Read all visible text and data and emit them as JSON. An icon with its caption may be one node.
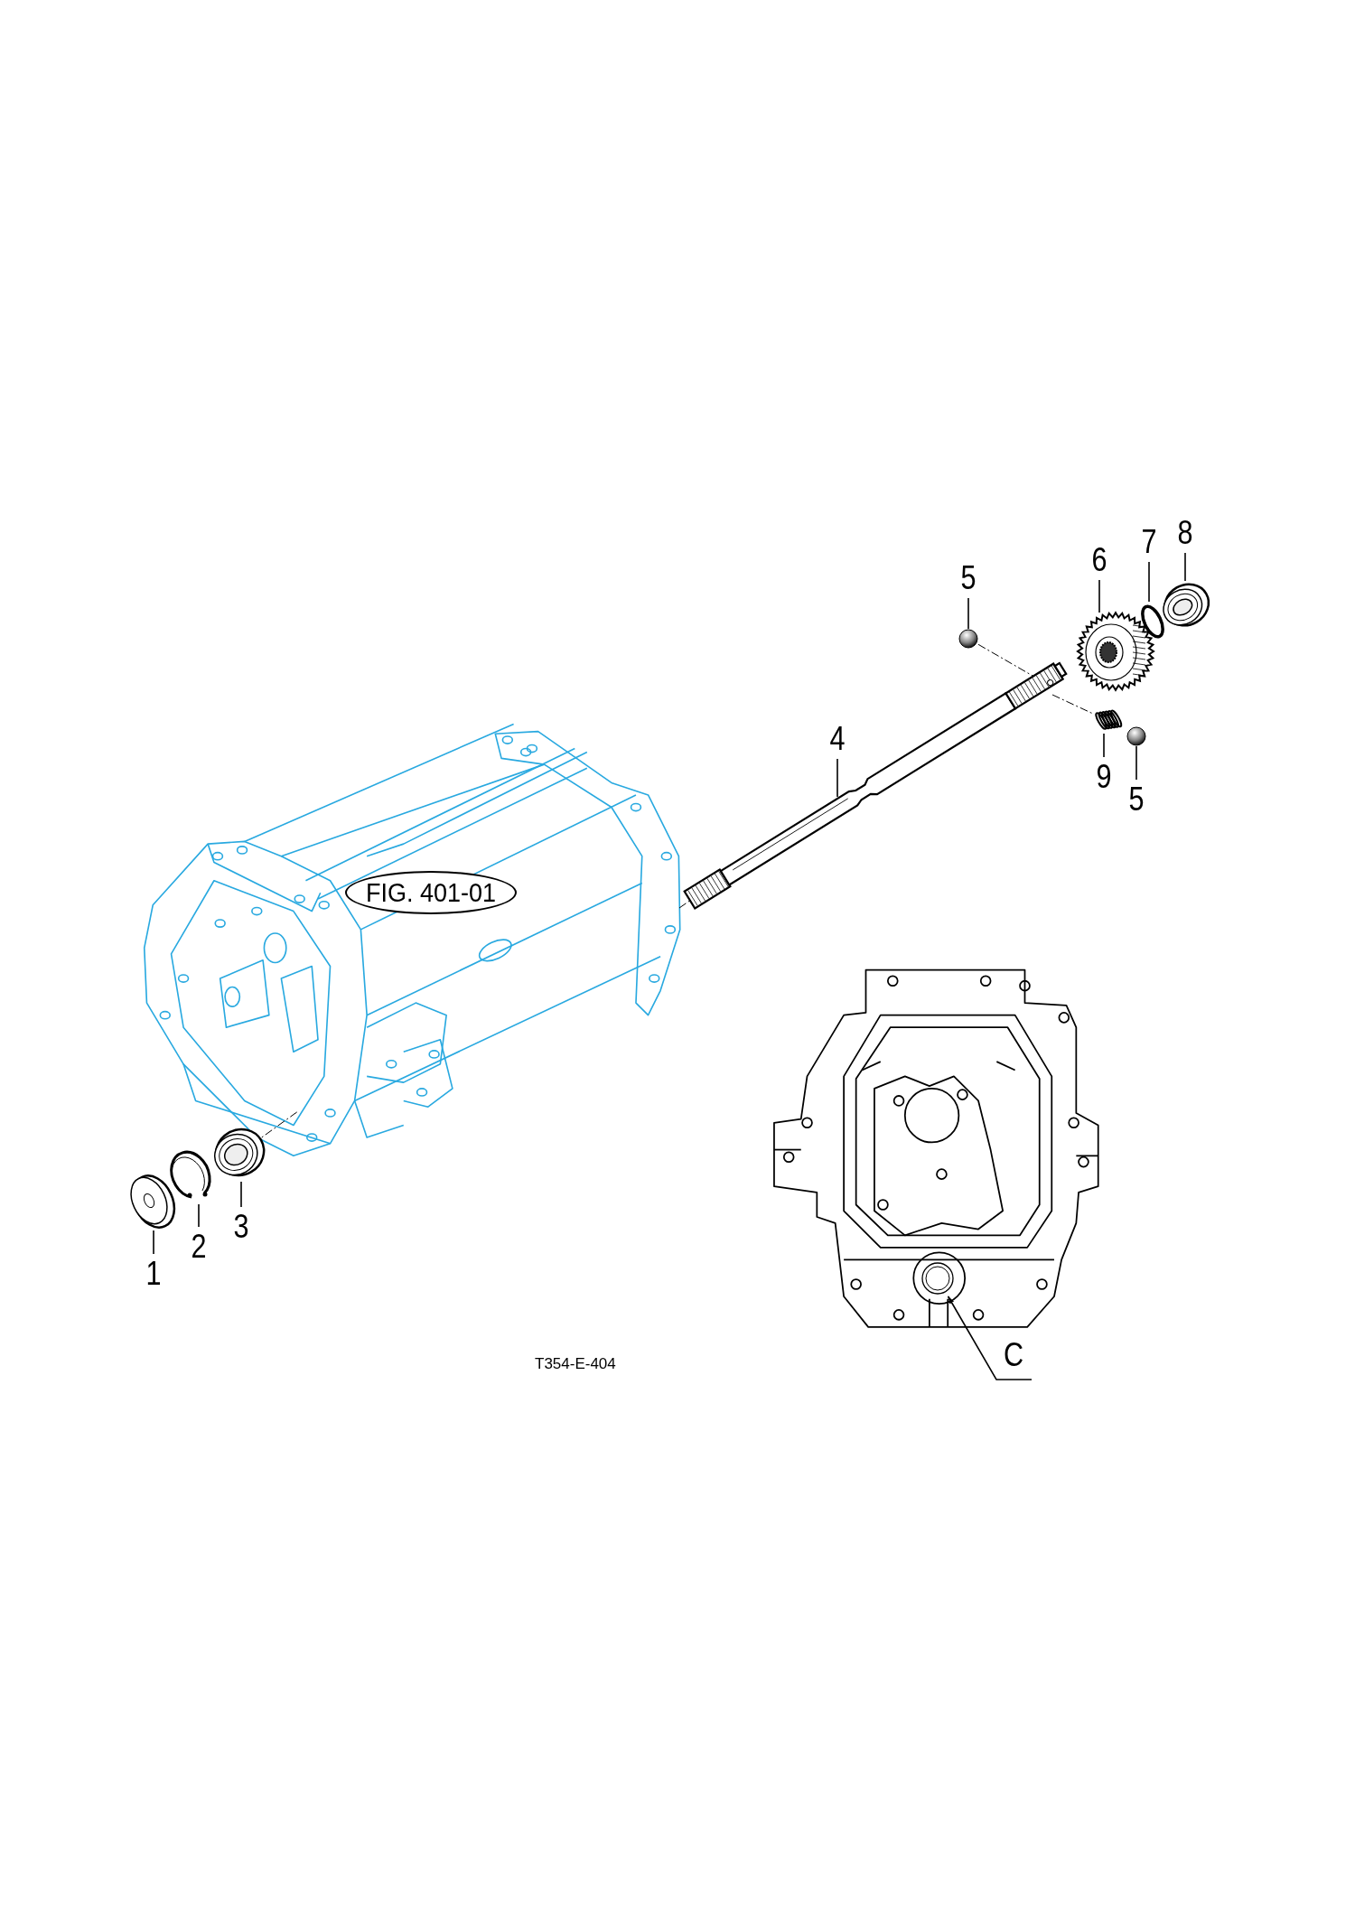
{
  "diagram": {
    "nodes": [
      {
        "text": [
          "5"
        ]
      },
      {
        "text": [],
        "shape": "circle"
      },
      {
        "text": [
          "6"
        ]
      },
      {
        "text": [],
        "shape": "picture"
      },
      {
        "text": [
          "7"
        ]
      },
      {
        "text": [],
        "shape": "picture"
      },
      {
        "text": [
          "8"
        ]
      },
      {
        "text": [],
        "shape": "picture"
      },
      {
        "text": [
          "4"
        ]
      },
      {
        "text": [],
        "shape": "picture"
      },
      {
        "text": [
          "9"
        ]
      },
      {
        "text": [],
        "shape": "picture"
      },
      {
        "text": [
          "5"
        ]
      },
      {
        "text": [],
        "shape": "circle"
      },
      {
        "text": [
          "FIG. 401-01"
        ]
      },
      {
        "text": [
          "3"
        ]
      },
      {
        "text": [],
        "shape": "picture"
      },
      {
        "text": [
          "2"
        ]
      },
      {
        "text": [],
        "shape": "picture"
      },
      {
        "text": [
          "1"
        ]
      },
      {
        "text": [],
        "shape": "picture"
      },
      {
        "text": [],
        "shape": "circle"
      },
      {
        "text": [
          "C"
        ]
      }
    ],
    "edges": [
      {
        "from": 0,
        "to": 1,
        "arrow": "none"
      },
      {
        "from": 2,
        "to": 3,
        "arrow": "none"
      },
      {
        "from": 4,
        "to": 5,
        "arrow": "none"
      },
      {
        "from": 6,
        "to": 7,
        "arrow": "none"
      },
      {
        "from": 8,
        "to": 9,
        "arrow": "none"
      },
      {
        "from": 10,
        "to": 11,
        "arrow": "none"
      },
      {
        "from": 12,
        "to": 13,
        "arrow": "none"
      },
      {
        "from": 15,
        "to": 16,
        "arrow": "none"
      },
      {
        "from": 17,
        "to": 18,
        "arrow": "none"
      },
      {
        "from": 19,
        "to": 20,
        "arrow": "none"
      },
      {
        "from": 22,
        "to": 21,
        "arrow": "to"
      },
      {
        "from": 1,
        "to": 9,
        "arrow": "none",
        "style": "dashed"
      },
      {
        "from": 9,
        "to": 11,
        "arrow": "none",
        "style": "dashed"
      }
    ],
    "labels": [
      "T354-E-404"
    ]
  }
}
